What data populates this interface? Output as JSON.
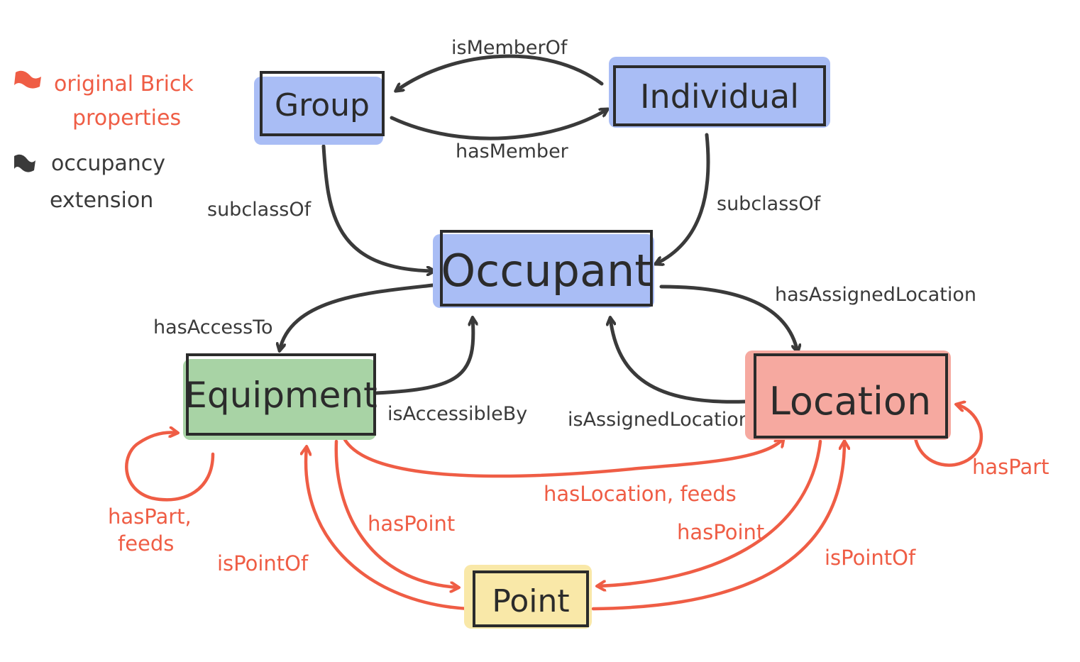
{
  "legend": {
    "items": [
      {
        "label_line1": "original Brick",
        "label_line2": "properties",
        "color": "#ef5d45"
      },
      {
        "label_line1": "occupancy",
        "label_line2": "extension",
        "color": "#3a3a3a"
      }
    ]
  },
  "nodes": {
    "group": {
      "label": "Group",
      "fill": "#a9bdf5"
    },
    "individual": {
      "label": "Individual",
      "fill": "#a9bdf5"
    },
    "occupant": {
      "label": "Occupant",
      "fill": "#a9bdf5"
    },
    "equipment": {
      "label": "Equipment",
      "fill": "#a8d3a5"
    },
    "location": {
      "label": "Location",
      "fill": "#f6a9a0"
    },
    "point": {
      "label": "Point",
      "fill": "#f9e8a8"
    }
  },
  "edges": {
    "is_member_of": "isMemberOf",
    "has_member": "hasMember",
    "group_subclass_of": "subclassOf",
    "individual_subclass_of": "subclassOf",
    "has_access_to": "hasAccessTo",
    "is_accessible_by": "isAccessibleBy",
    "has_assigned_location": "hasAssignedLocation",
    "is_assigned_location_of": "isAssignedLocationOf",
    "equipment_has_part_line1": "hasPart,",
    "equipment_has_part_line2": "feeds",
    "has_location_feeds": "hasLocation, feeds",
    "location_has_part": "hasPart",
    "equipment_has_point": "hasPoint",
    "equipment_is_point_of": "isPointOf",
    "location_has_point": "hasPoint",
    "location_is_point_of": "isPointOf"
  }
}
